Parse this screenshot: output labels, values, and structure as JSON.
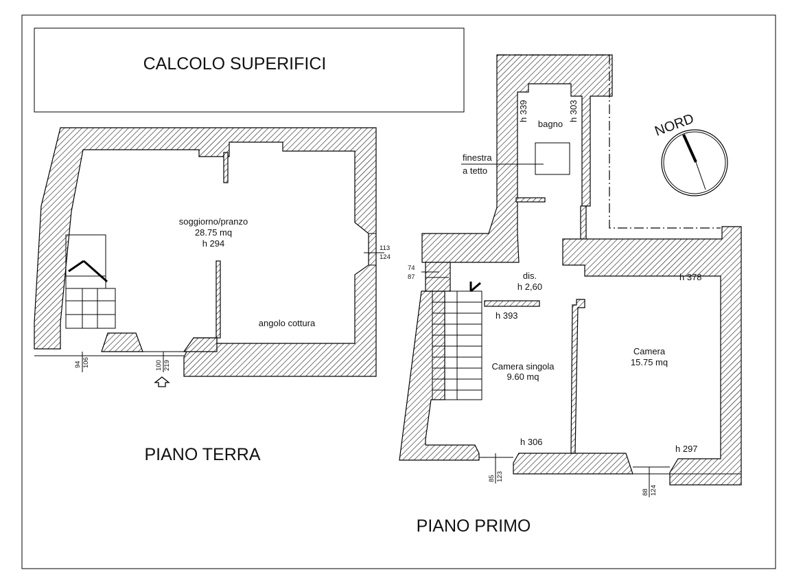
{
  "title": "CALCOLO SUPERIFICI",
  "compass": {
    "label": "NORD"
  },
  "ground_floor": {
    "title": "PIANO TERRA",
    "rooms": [
      {
        "id": "soggiorno",
        "lines": [
          "soggiorno/pranzo",
          "28.75 mq",
          "h 294"
        ]
      },
      {
        "id": "cucina",
        "lines": [
          "angolo cottura"
        ]
      }
    ],
    "openings": [
      {
        "id": "window-left",
        "top": "94",
        "bottom": "106"
      },
      {
        "id": "door-entry",
        "top": "100",
        "bottom": "219"
      },
      {
        "id": "window-right",
        "top": "113",
        "bottom": "124"
      }
    ]
  },
  "first_floor": {
    "title": "PIANO PRIMO",
    "rooms": [
      {
        "id": "bagno",
        "lines": [
          "bagno"
        ]
      },
      {
        "id": "finestra",
        "lines": [
          "finestra",
          "a tetto"
        ]
      },
      {
        "id": "dis",
        "lines": [
          "dis.",
          "h 2,60"
        ]
      },
      {
        "id": "camera-singola",
        "lines": [
          "Camera singola",
          "9.60 mq"
        ]
      },
      {
        "id": "camera",
        "lines": [
          "Camera",
          "15.75 mq"
        ]
      }
    ],
    "heights": {
      "bagno_left": "h 339",
      "bagno_right": "h 303",
      "camera_top": "h 378",
      "singola_top": "h 393",
      "singola_bottom": "h 306",
      "camera_bottom": "h 297"
    },
    "openings": [
      {
        "id": "window-stair",
        "top": "74",
        "bottom": "87"
      },
      {
        "id": "window-singola",
        "top": "85",
        "bottom": "123"
      },
      {
        "id": "window-camera",
        "top": "88",
        "bottom": "124"
      }
    ]
  }
}
